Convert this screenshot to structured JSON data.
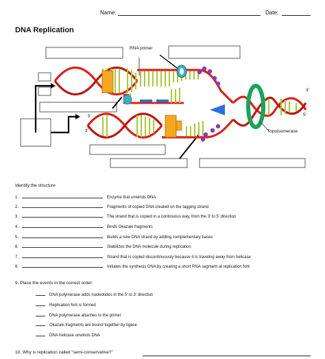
{
  "header": {
    "name_label": "Name:",
    "date_label": "Date:"
  },
  "title": "DNA Replication",
  "diagram": {
    "rna_primer_label": "RNA primer",
    "topoisomerase_label": "Topoisomerase",
    "three_prime_top": "3'",
    "five_prime_right": "5'",
    "five_prime_left": "5'",
    "three_prime_left": "3'",
    "colors": {
      "backbone": "#d8231a",
      "rungs": "#a8c83a",
      "clamp": "#f5a623",
      "helicase": "#3ab0c0",
      "primer": "#2e6fb8",
      "ssb": "#8a3ab9",
      "topo": "#1aa35a"
    }
  },
  "identify": {
    "heading": "Identify the structure",
    "items": [
      {
        "num": "1.",
        "text": "Enzyme that unwinds DNA"
      },
      {
        "num": "2.",
        "text": "Fragments of copied DNA created on the lagging strand"
      },
      {
        "num": "3.",
        "text": "The strand that is copied in a continuous way, from the 3' to 5' direction"
      },
      {
        "num": "4.",
        "text": "Binds Okazaki fragments"
      },
      {
        "num": "5.",
        "text": "Builds a new DNA strand by adding complementary bases"
      },
      {
        "num": "6.",
        "text": "Stabilizes the DNA molecule during replication"
      },
      {
        "num": "7.",
        "text": "Strand that is copied discontinuously because it is traveling away from helicase"
      },
      {
        "num": "8.",
        "text": "Initiates the synthesis DNA by creating a short RNA segment at replication fork"
      }
    ]
  },
  "order": {
    "heading": "9. Place the events in the correct order:",
    "items": [
      "DNA polymerase adds nucleotides in the 5' to 3' direction",
      "Replication fork is formed",
      "DNA polymerase attaches to the primer",
      "Okazaki fragments are bound together by ligase",
      "DNA helicase unwinds DNA"
    ]
  },
  "question10": "10.  Why is replication called “semi-conservative?”"
}
